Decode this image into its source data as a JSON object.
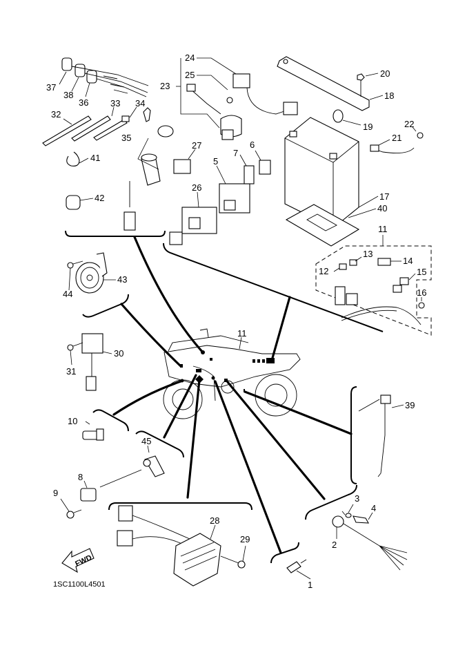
{
  "diagram": {
    "title": "Electrical parts exploded view",
    "diagram_code": "1SC1100L4501",
    "fwd_label": "FWD",
    "callouts": {
      "c1": "1",
      "c2": "2",
      "c3": "3",
      "c4": "4",
      "c5": "5",
      "c6": "6",
      "c7": "7",
      "c8": "8",
      "c9": "9",
      "c10": "10",
      "c11a": "11",
      "c11b": "11",
      "c12": "12",
      "c13": "13",
      "c14": "14",
      "c15": "15",
      "c16": "16",
      "c17": "17",
      "c18": "18",
      "c19": "19",
      "c20": "20",
      "c21": "21",
      "c22": "22",
      "c23": "23",
      "c24": "24",
      "c25": "25",
      "c26": "26",
      "c27": "27",
      "c28": "28",
      "c29": "29",
      "c30": "30",
      "c31": "31",
      "c32": "32",
      "c33": "33",
      "c34": "34",
      "c35": "35",
      "c36": "36",
      "c37": "37",
      "c38": "38",
      "c39": "39",
      "c40": "40",
      "c41": "41",
      "c42": "42",
      "c43": "43",
      "c44": "44",
      "c45": "45"
    }
  }
}
